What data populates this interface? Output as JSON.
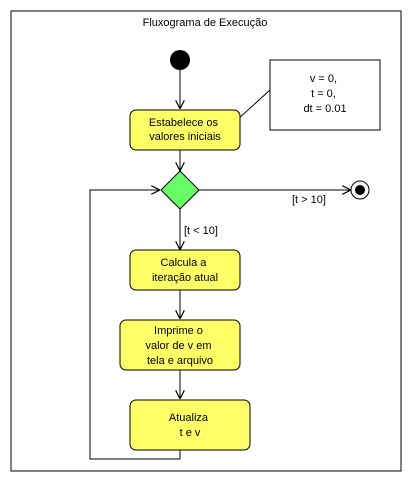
{
  "frame": {
    "title": "Fluxograma de Execução"
  },
  "colors": {
    "action_fill": "#ffff66",
    "decision_fill": "#66ff66",
    "node": "#000000"
  },
  "nodes": {
    "start": {
      "kind": "initial-node"
    },
    "init": {
      "kind": "action",
      "lines": [
        "Estabelece os",
        "valores iniciais"
      ]
    },
    "note": {
      "kind": "note",
      "lines": [
        "v = 0,",
        "t = 0,",
        "dt = 0.01"
      ]
    },
    "decision": {
      "kind": "decision"
    },
    "final": {
      "kind": "final-node"
    },
    "calc": {
      "kind": "action",
      "lines": [
        "Calcula a",
        "iteração atual"
      ]
    },
    "print": {
      "kind": "action",
      "lines": [
        "Imprime o",
        "valor de v em",
        "tela e arquivo"
      ]
    },
    "update": {
      "kind": "action",
      "lines": [
        "Atualiza",
        "t e v"
      ]
    }
  },
  "guards": {
    "exit": "[t > 10]",
    "loop": "[t < 10]"
  }
}
